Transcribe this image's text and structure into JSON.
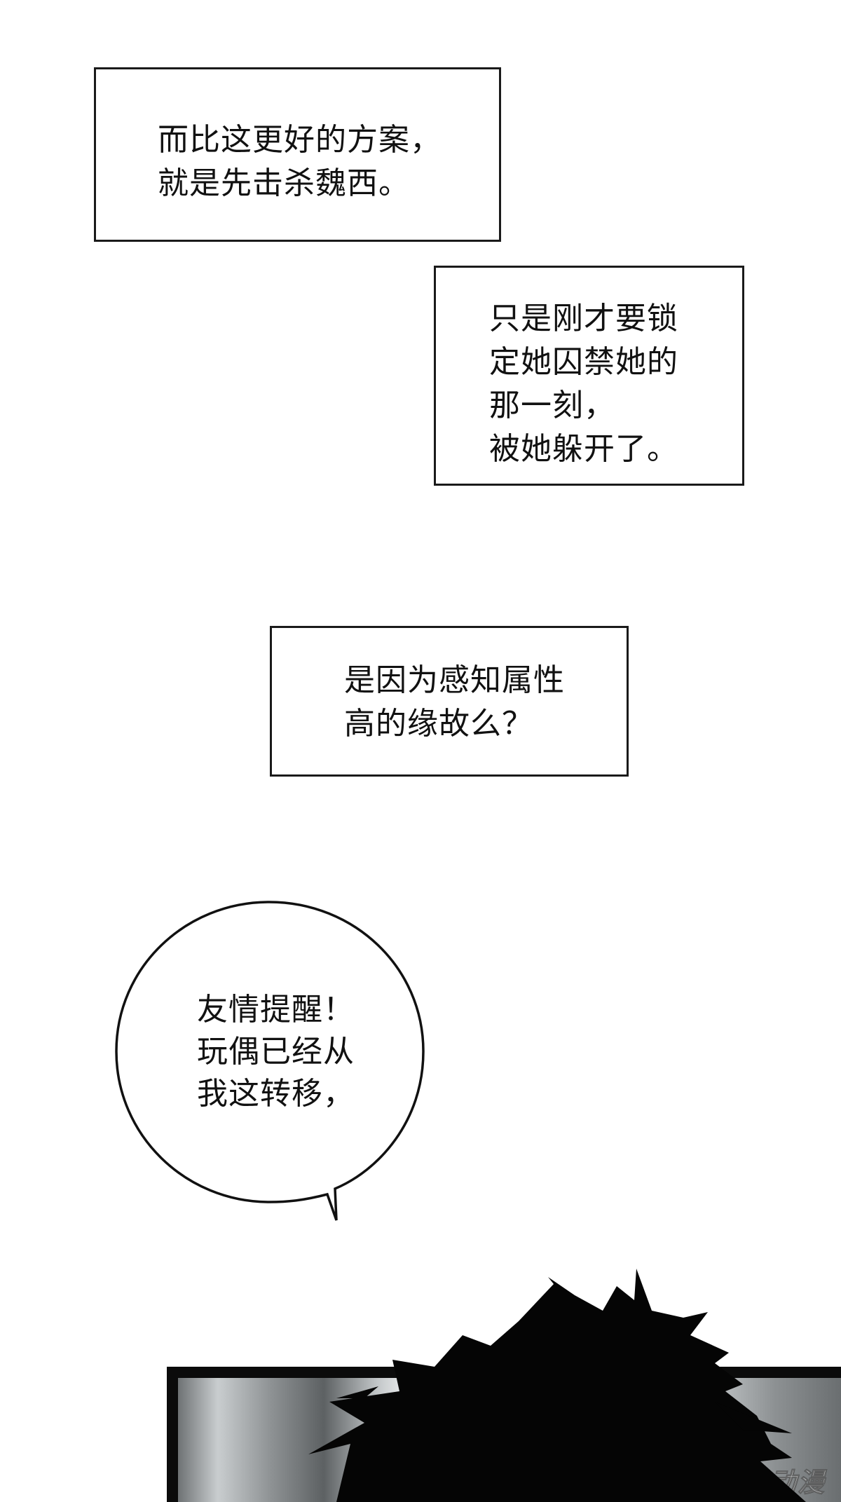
{
  "captions": [
    {
      "lines": [
        "而比这更好的方案，",
        "就是先击杀魏西。"
      ]
    },
    {
      "lines": [
        "只是刚才要锁",
        "定她囚禁她的",
        "那一刻，",
        "被她躲开了。"
      ]
    },
    {
      "lines": [
        "是因为感知属性",
        "高的缘故么？"
      ]
    }
  ],
  "speech_bubble": {
    "lines": [
      "友情提醒！",
      "玩偶已经从",
      "我这转移，"
    ]
  },
  "watermark": "腾讯动漫",
  "colors": {
    "ink": "#111111",
    "background": "#ffffff",
    "panel_border": "#0b0b0b"
  }
}
